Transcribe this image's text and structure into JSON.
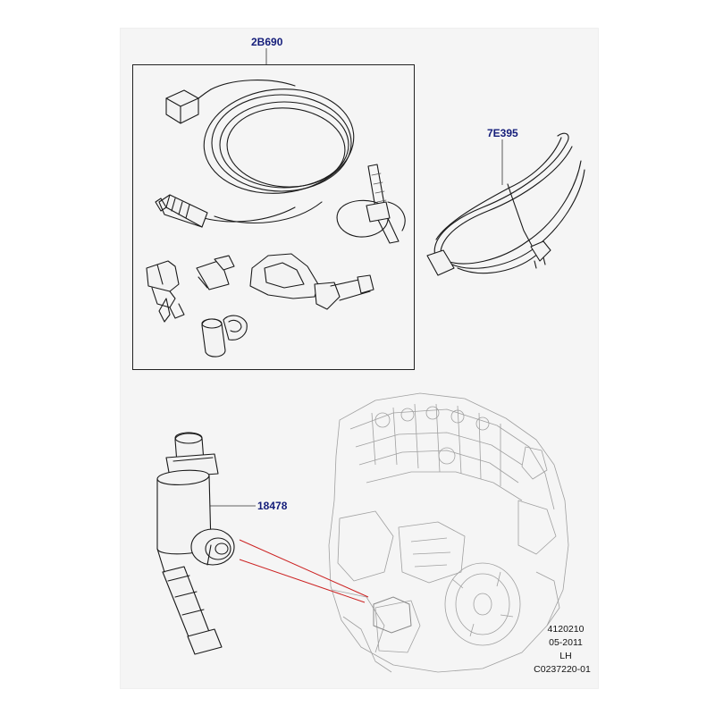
{
  "callouts": {
    "kit": "2B690",
    "cable": "7E395",
    "heater": "18478"
  },
  "info_block": {
    "line1": "4120210",
    "line2": "05-2011",
    "line3": "LH",
    "line4": "C0237220-01"
  },
  "colors": {
    "callout_text": "#141d7a",
    "arrow_lines": "#cc2222",
    "sheet_background": "#f5f5f5",
    "engine_outline": "#a0a0a0"
  }
}
